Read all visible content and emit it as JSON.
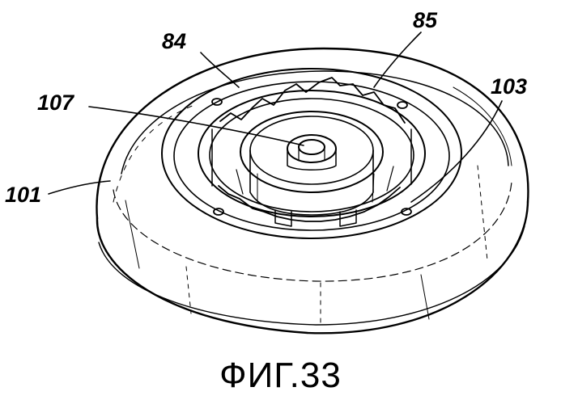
{
  "labels": {
    "ref_84": "84",
    "ref_85": "85",
    "ref_107": "107",
    "ref_103": "103",
    "ref_101": "101"
  },
  "caption": "ФИГ.33",
  "colors": {
    "ink": "#000000",
    "paper": "#ffffff"
  }
}
